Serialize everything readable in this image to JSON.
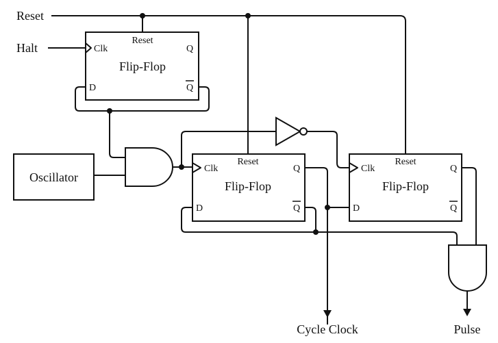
{
  "inputs": {
    "reset": "Reset",
    "halt": "Halt"
  },
  "oscillator": {
    "label": "Oscillator"
  },
  "flip_flops": [
    {
      "title": "Flip-Flop",
      "clk": "Clk",
      "reset": "Reset",
      "q": "Q",
      "qbar": "Q",
      "d": "D"
    },
    {
      "title": "Flip-Flop",
      "clk": "Clk",
      "reset": "Reset",
      "q": "Q",
      "qbar": "Q",
      "d": "D"
    },
    {
      "title": "Flip-Flop",
      "clk": "Clk",
      "reset": "Reset",
      "q": "Q",
      "qbar": "Q",
      "d": "D"
    }
  ],
  "outputs": {
    "cycle_clock": "Cycle Clock",
    "pulse": "Pulse"
  }
}
